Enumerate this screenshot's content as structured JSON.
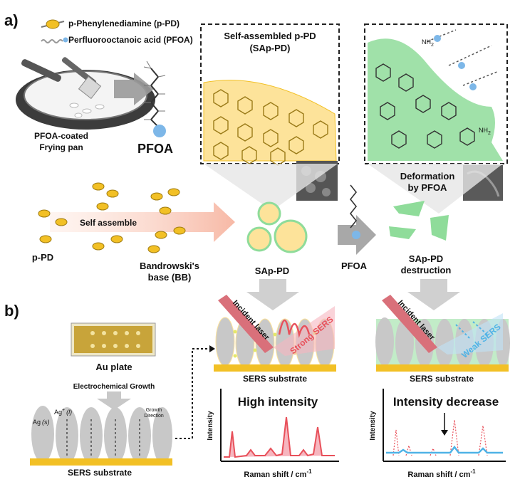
{
  "panel_a": {
    "label": "a)",
    "legend": {
      "ppd": "p-Phenylenediamine (p-PD)",
      "pfoa": "Perfluorooctanoic acid (PFOA)"
    },
    "pan_label_line1": "PFOA-coated",
    "pan_label_line2": "Frying pan",
    "pfoa_big": "PFOA",
    "sapd_box_title_line1": "Self-assembled p-PD",
    "sapd_box_title_line2": "(SAp-PD)",
    "nh2": "NH",
    "nh2_sub": "2",
    "ppd_label": "p-PD",
    "self_assemble": "Self assemble",
    "bb_line1": "Bandrowski's",
    "bb_line2": "base (BB)",
    "sapd_label": "SAp-PD",
    "pfoa_arrow_label": "PFOA",
    "deformation_line1": "Deformation",
    "deformation_line2": "by PFOA",
    "destruction_line1": "SAp-PD",
    "destruction_line2": "destruction"
  },
  "panel_b": {
    "label": "b)",
    "au_plate": "Au plate",
    "electrochem": "Electrochemical Growth",
    "ag_ion": "Ag",
    "ag_ion_sup": "+",
    "ag_ion_state": "(l)",
    "ag_solid": "Ag",
    "ag_solid_state": "(s)",
    "growth_line1": "Growth",
    "growth_line2": "Direction",
    "sers_substrate": "SERS substrate",
    "incident_laser": "Incident laser",
    "strong_sers": "Strong SERS",
    "weak_sers": "Weak SERS",
    "high_intensity": "High intensity",
    "intensity_decrease": "Intensity decrease",
    "y_label": "Intensity",
    "x_label": "Raman shift / cm",
    "x_label_sup": "-1"
  },
  "colors": {
    "gold": "#f2c025",
    "green": "#8fdc9a",
    "pale_yellow": "#fde39a",
    "red_spectrum": "#e8505a",
    "blue_spectrum": "#4fb3e6",
    "laser": "#d9707a",
    "grey": "#c8c8c8"
  }
}
